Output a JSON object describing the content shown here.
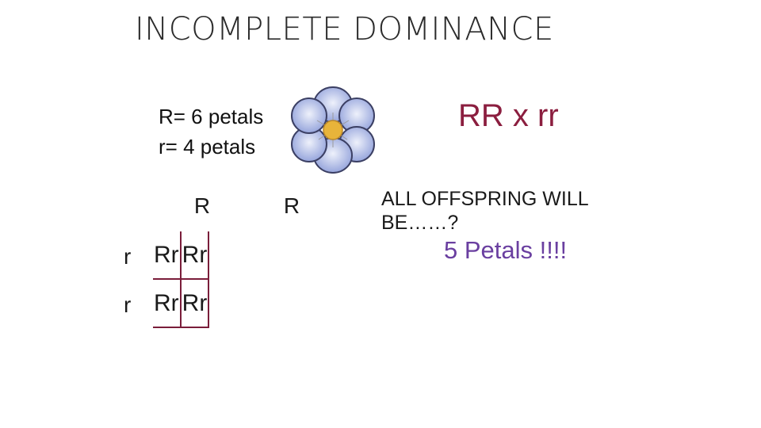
{
  "title": "INCOMPLETE DOMINANCE",
  "key": {
    "line1": "R= 6 petals",
    "line2": "r= 4 petals"
  },
  "cross": "RR x rr",
  "punnett": {
    "col_headers": [
      "R",
      "R"
    ],
    "row_headers": [
      "r",
      "r"
    ],
    "cells": [
      [
        "Rr",
        "Rr"
      ],
      [
        "Rr",
        "Rr"
      ]
    ]
  },
  "question": "ALL OFFSPRING WILL BE……?",
  "answer": "5 Petals !!!!",
  "colors": {
    "title": "#2b2b2b",
    "cross": "#8b1e3f",
    "grid_border": "#7a1d3a",
    "answer": "#6a3fa0",
    "petal": "#a9b6e8",
    "flower_center": "#e8b43a"
  },
  "icon": "flower-icon"
}
